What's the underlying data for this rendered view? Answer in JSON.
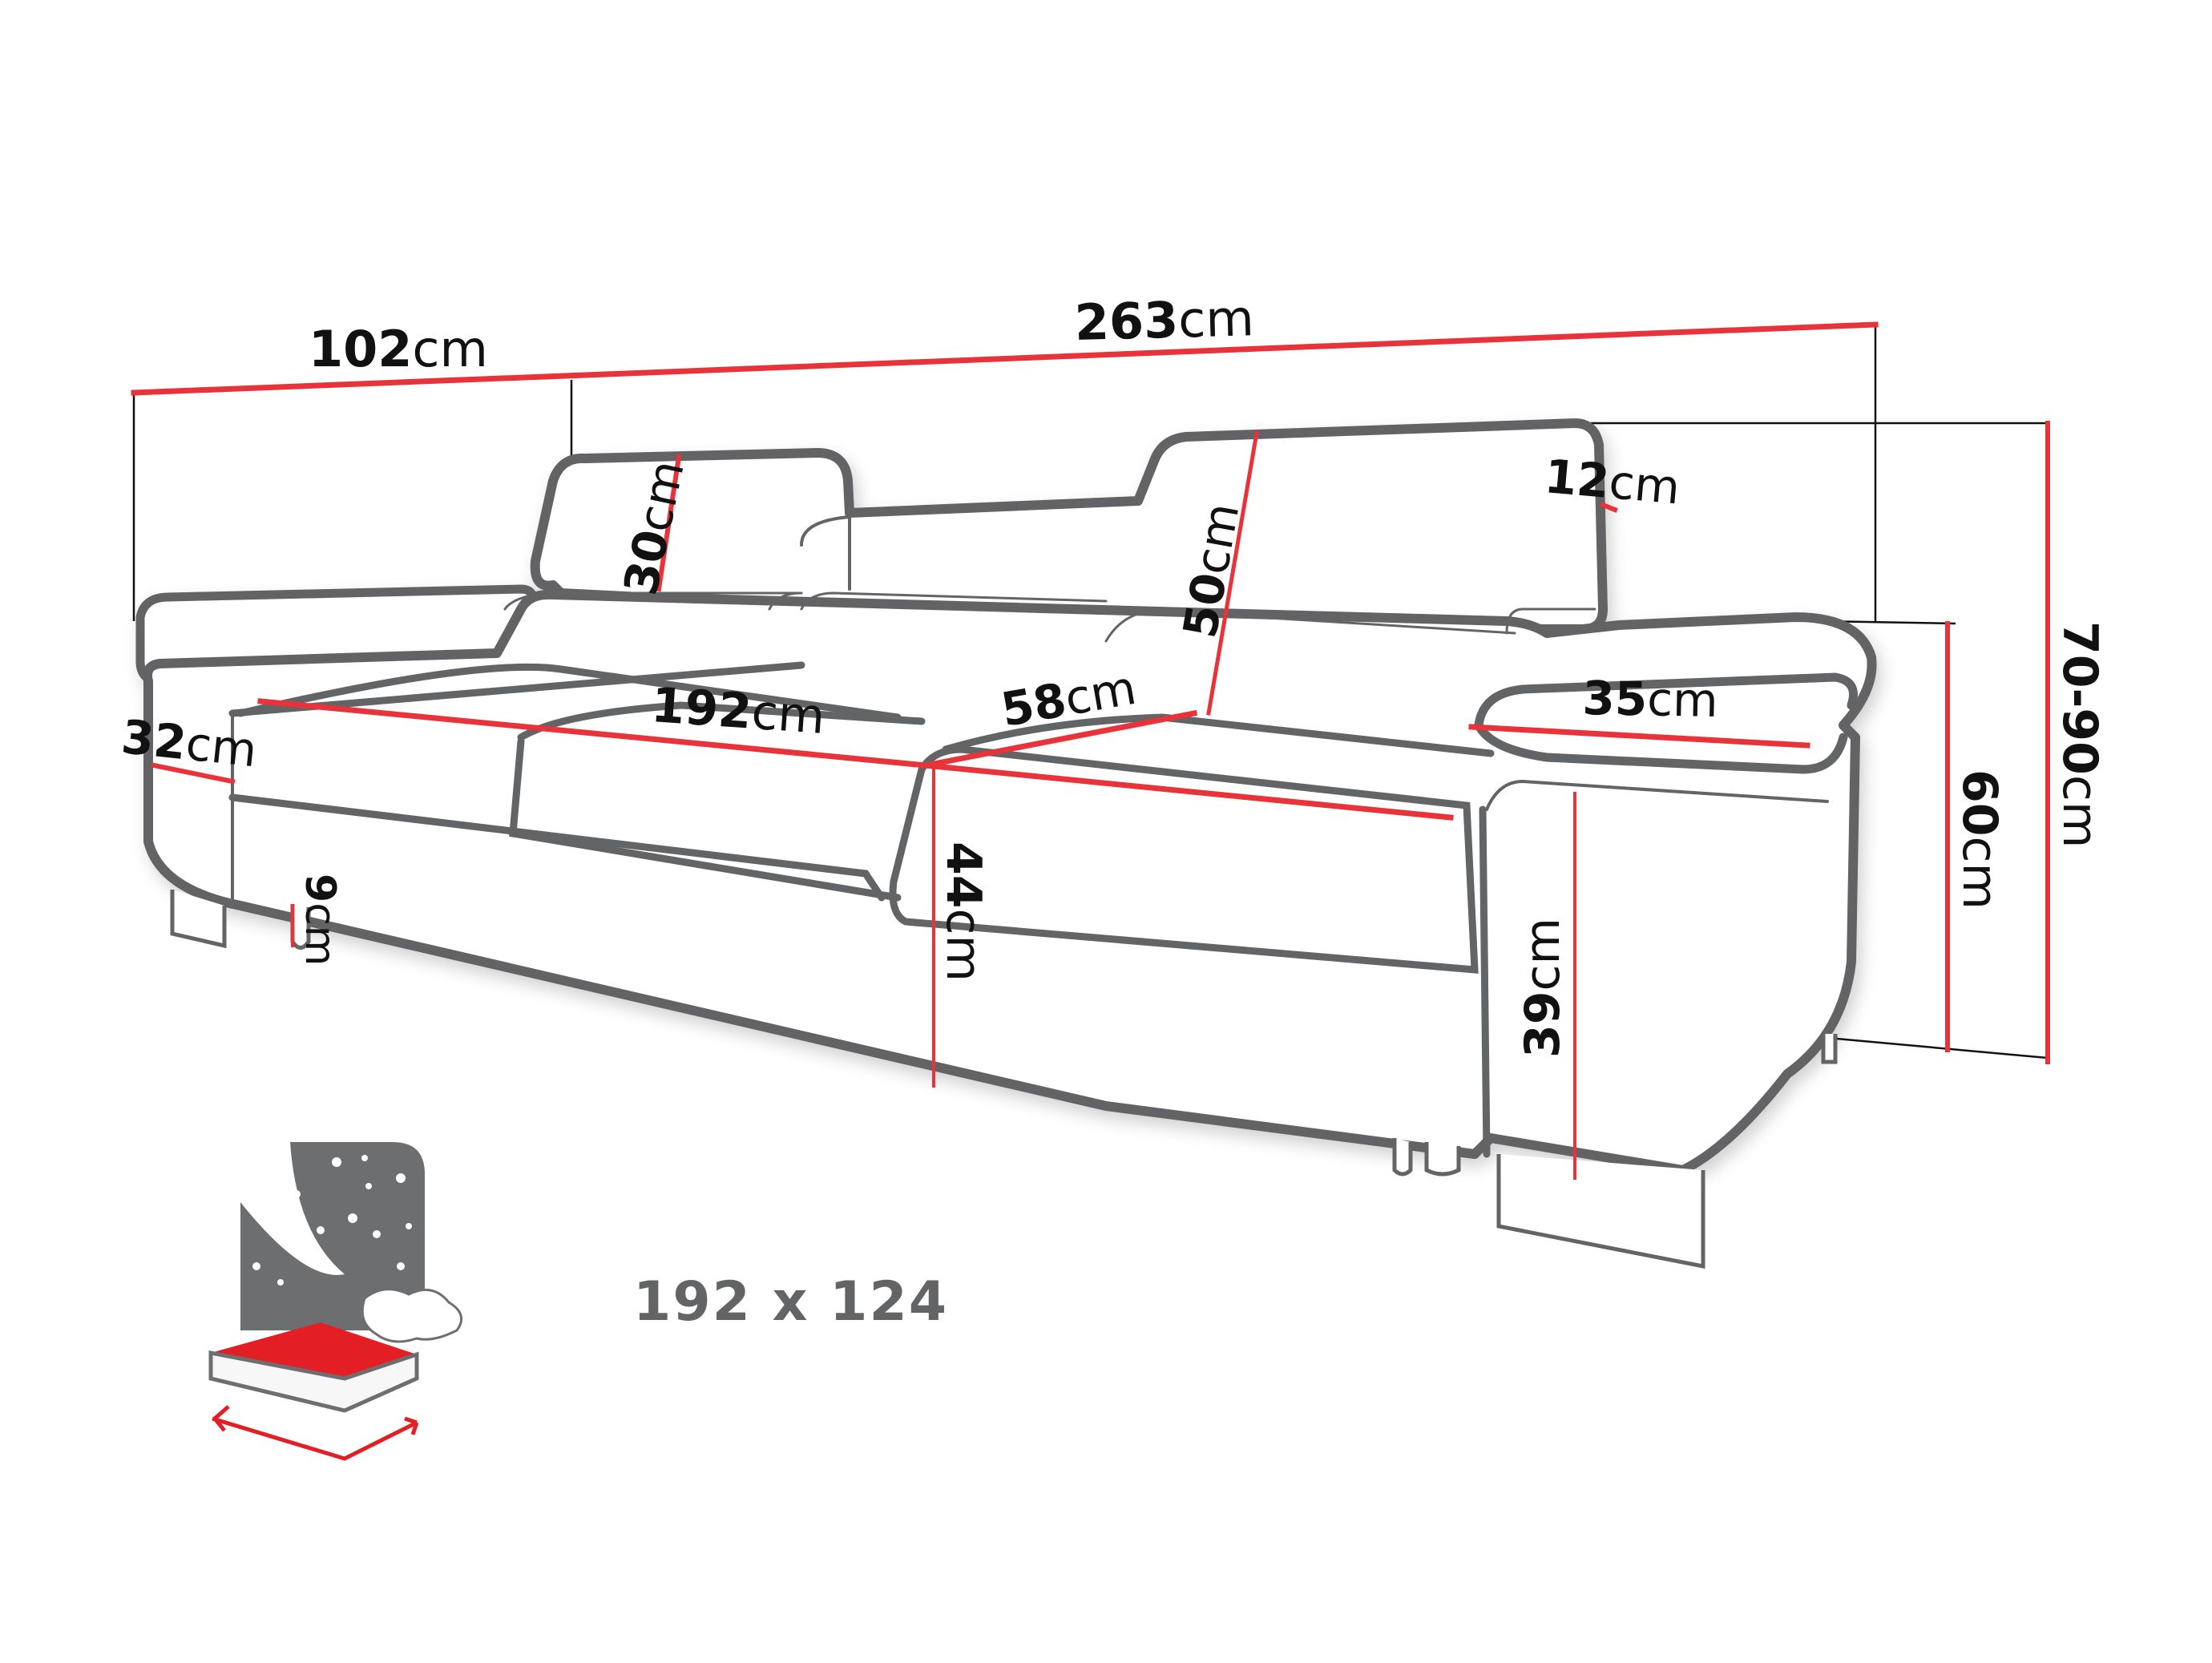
{
  "diagram": {
    "title": "Sofa bed dimensions",
    "unit": "cm",
    "colors": {
      "outline": "#636466",
      "dimension_line": "#e8333a",
      "guide_line": "#111111",
      "text": "#111111",
      "bed_icon_gray": "#6d6e70",
      "bed_sheet_red": "#e31e25"
    },
    "dimensions": {
      "depth_total": {
        "num": "102",
        "unit": "cm"
      },
      "width_total": {
        "num": "263",
        "unit": "cm"
      },
      "headrest_small": {
        "num": "30",
        "unit": "cm"
      },
      "headrest_large": {
        "num": "50",
        "unit": "cm"
      },
      "headrest_thickness": {
        "num": "12",
        "unit": "cm"
      },
      "seat_width": {
        "num": "192",
        "unit": "cm"
      },
      "seat_depth": {
        "num": "58",
        "unit": "cm"
      },
      "armrest_width": {
        "num": "35",
        "unit": "cm"
      },
      "side_width": {
        "num": "32",
        "unit": "cm"
      },
      "leg_height": {
        "num": "9",
        "unit": "cm"
      },
      "seat_height": {
        "num": "44",
        "unit": "cm"
      },
      "base_height": {
        "num": "39",
        "unit": "cm"
      },
      "arm_height": {
        "num": "60",
        "unit": "cm"
      },
      "total_height": {
        "num": "70-90",
        "unit": "cm"
      }
    },
    "sleeping_area": {
      "label": "192 x 124",
      "icon": "bed-with-stars-icon"
    }
  }
}
